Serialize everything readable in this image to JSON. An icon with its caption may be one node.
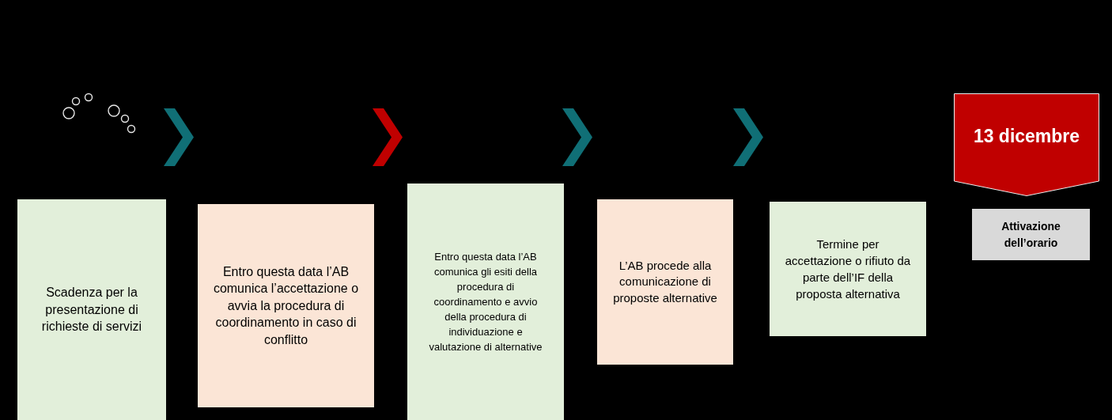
{
  "diagram": {
    "nodes": [
      {
        "text": [
          "Scadenza per la presentazione di richieste di servizi"
        ]
      },
      {
        "text": [
          "Entro questa data l’AB comunica l’accettazione o avvia la procedura di coordinamento in caso di conflitto"
        ]
      },
      {
        "text": [
          "Entro questa data l’AB comunica gli esiti della procedura di coordinamento e avvio della procedura di individuazione e valutazione di alternative"
        ]
      },
      {
        "text": [
          "L’AB procede alla comunicazione di proposte alternative"
        ]
      },
      {
        "text": [
          "Termine per accettazione o rifiuto da parte dell’IF della proposta alternativa"
        ]
      },
      {
        "text": [
          "13 dicembre"
        ]
      },
      {
        "text": [
          "Attivazione dell’orario"
        ]
      }
    ],
    "edges": [
      {
        "from": 0,
        "to": 1,
        "arrow": "to"
      },
      {
        "from": 1,
        "to": 2,
        "arrow": "to",
        "color": "#c00000"
      },
      {
        "from": 2,
        "to": 3,
        "arrow": "to"
      },
      {
        "from": 3,
        "to": 4,
        "arrow": "to"
      }
    ]
  }
}
